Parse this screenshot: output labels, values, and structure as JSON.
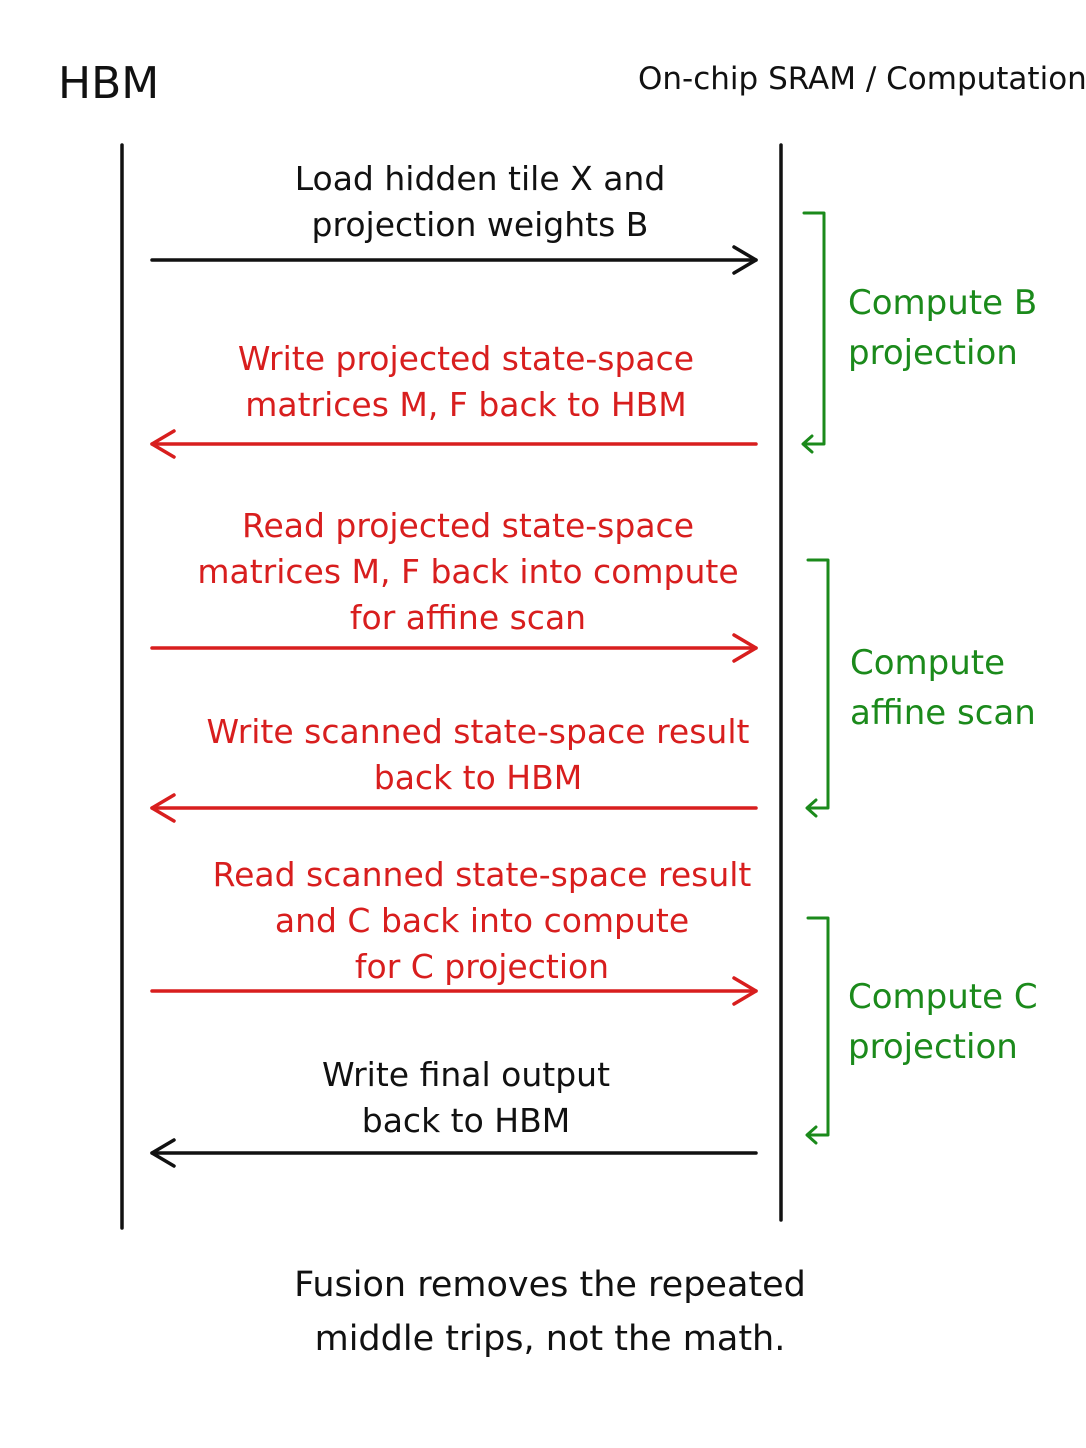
{
  "headers": {
    "left": "HBM",
    "right": "On-chip SRAM / Computation"
  },
  "colors": {
    "ink": "#111111",
    "red": "#d81e1e",
    "green": "#1b8a1b"
  },
  "messages": [
    {
      "lines": [
        "Load hidden tile X and",
        "projection weights B"
      ],
      "direction": "to-compute",
      "color": "black"
    },
    {
      "lines": [
        "Write projected state-space",
        "matrices M, F back to HBM"
      ],
      "direction": "to-hbm",
      "color": "red"
    },
    {
      "lines": [
        "Read projected state-space",
        "matrices M, F back into compute",
        "for affine scan"
      ],
      "direction": "to-compute",
      "color": "red"
    },
    {
      "lines": [
        "Write scanned state-space result",
        "back to HBM"
      ],
      "direction": "to-hbm",
      "color": "red"
    },
    {
      "lines": [
        "Read scanned state-space result",
        "and C back into compute",
        "for C projection"
      ],
      "direction": "to-compute",
      "color": "red"
    },
    {
      "lines": [
        "Write final output",
        "back to HBM"
      ],
      "direction": "to-hbm",
      "color": "black"
    }
  ],
  "phases": [
    {
      "lines": [
        "Compute B",
        "projection"
      ]
    },
    {
      "lines": [
        "Compute",
        "affine scan"
      ]
    },
    {
      "lines": [
        "Compute C",
        "projection"
      ]
    }
  ],
  "caption": {
    "lines": [
      "Fusion removes the repeated",
      "middle trips, not the math."
    ]
  }
}
